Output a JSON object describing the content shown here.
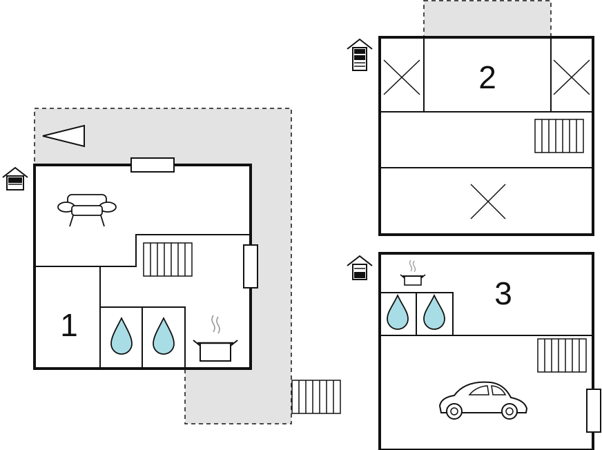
{
  "floors": [
    {
      "id": "floor-1",
      "label": "1"
    },
    {
      "id": "floor-2",
      "label": "2"
    },
    {
      "id": "floor-3",
      "label": "3"
    }
  ],
  "colors": {
    "wall": "#111111",
    "outdoor_area": "#e3e3e3",
    "water_drop": "#a9dde6",
    "background": "#ffffff"
  },
  "icons": [
    "house-level-icon",
    "north-arrow-icon",
    "sofa-icon",
    "stairs-icon",
    "window-icon",
    "shower-drop-icon",
    "cooking-pot-icon",
    "car-icon",
    "void-cross-icon"
  ]
}
